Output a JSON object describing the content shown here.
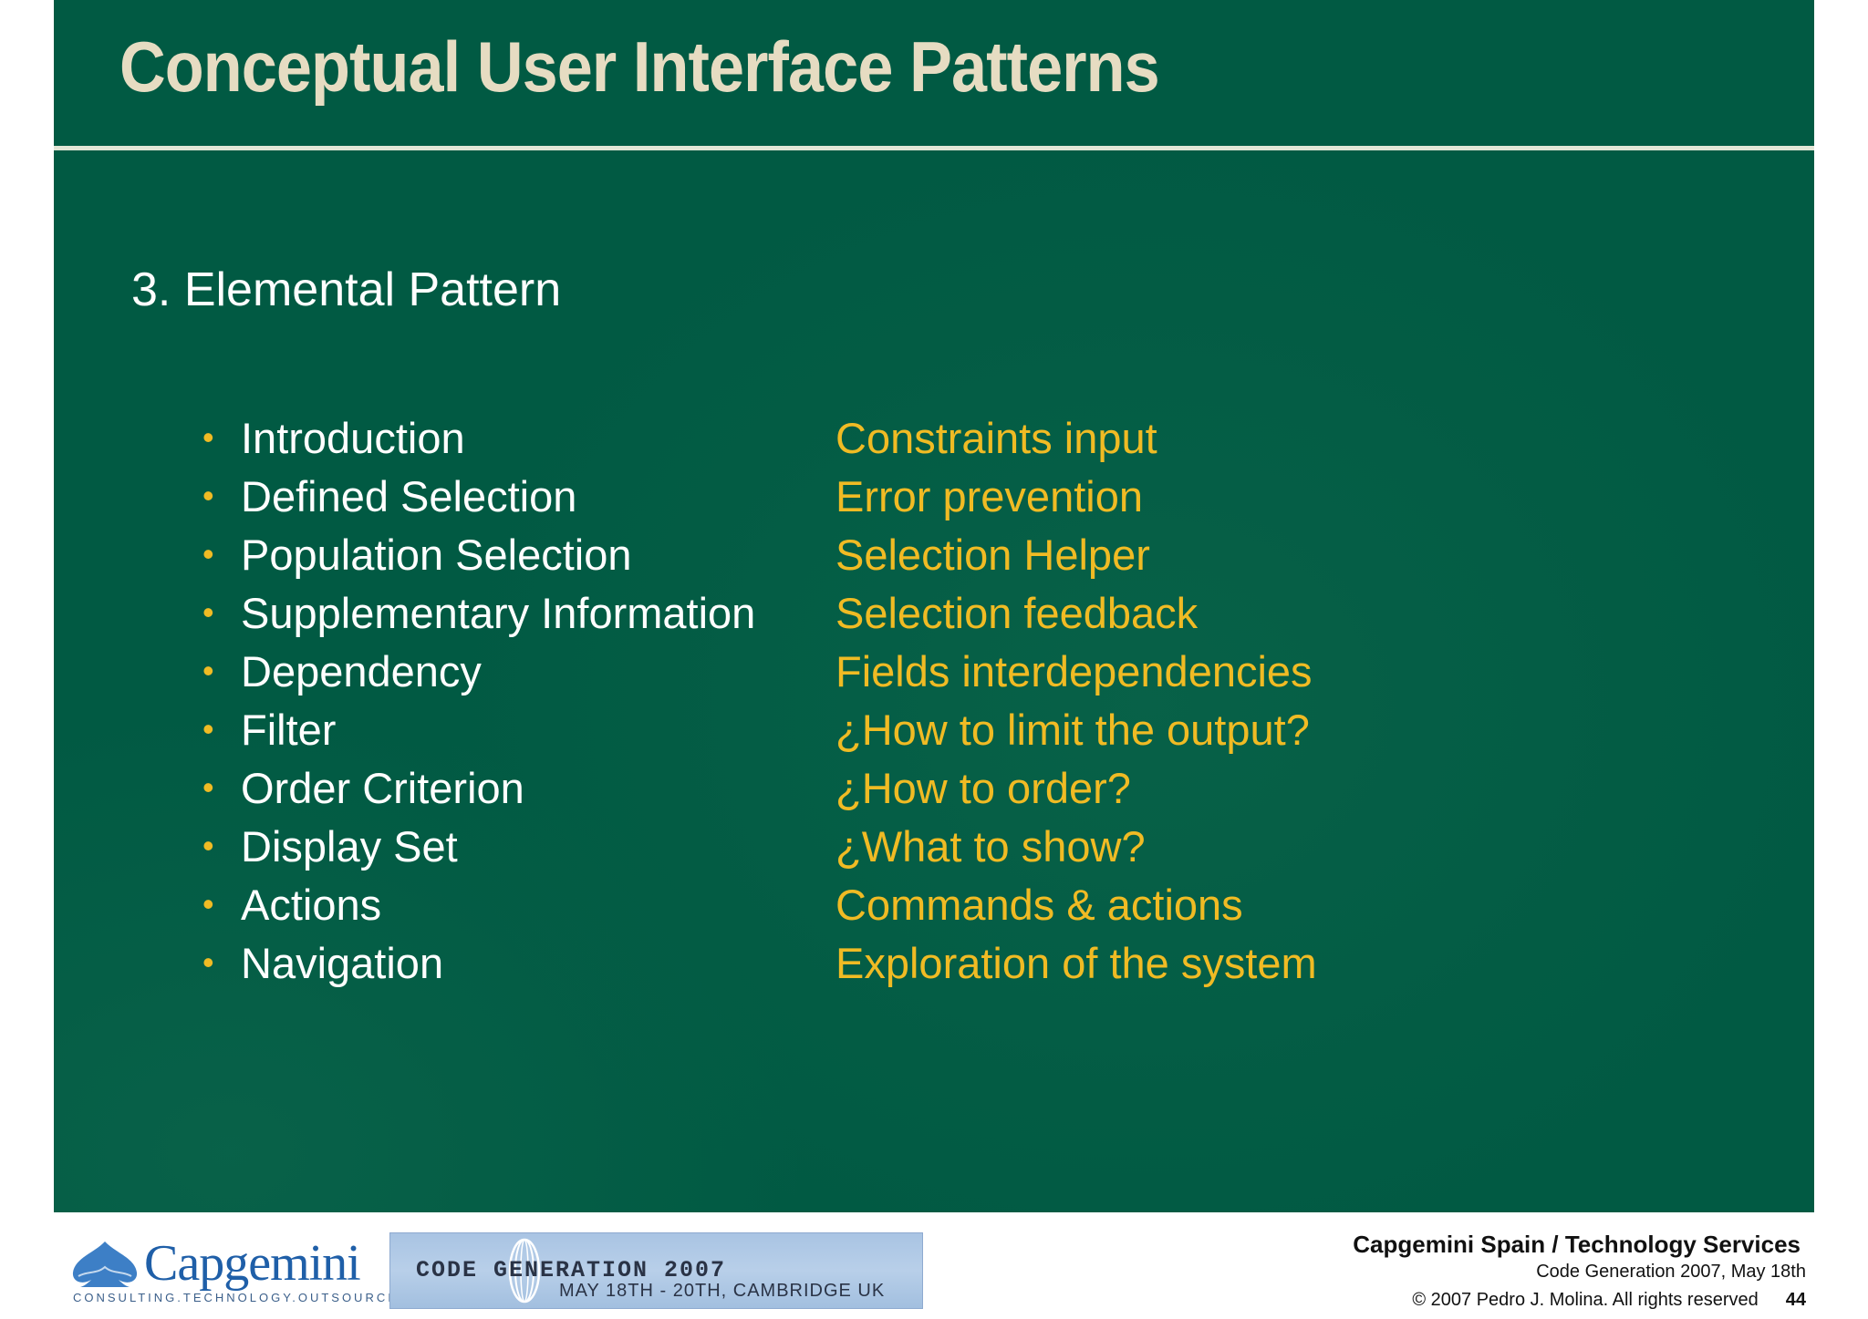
{
  "slide": {
    "title": "Conceptual User Interface Patterns",
    "section_heading": "3. Elemental Pattern",
    "bullet_glyph": "•",
    "items": [
      {
        "label": "Introduction",
        "note": "Constraints input"
      },
      {
        "label": "Defined Selection",
        "note": "Error prevention"
      },
      {
        "label": "Population Selection",
        "note": "Selection Helper"
      },
      {
        "label": "Supplementary Information",
        "note": "Selection feedback"
      },
      {
        "label": "Dependency",
        "note": "Fields interdependencies"
      },
      {
        "label": "Filter",
        "note": "¿How to limit the output?"
      },
      {
        "label": "Order Criterion",
        "note": "¿How to order?"
      },
      {
        "label": "Display Set",
        "note": "¿What to show?"
      },
      {
        "label": "Actions",
        "note": "Commands & actions"
      },
      {
        "label": "Navigation",
        "note": "Exploration of the system"
      }
    ]
  },
  "footer": {
    "logo_name": "Capgemini",
    "logo_tagline": "CONSULTING.TECHNOLOGY.OUTSOURCING",
    "banner_title": "CODE GENERATION 2007",
    "banner_dates": "MAY 18TH - 20TH, CAMBRIDGE UK",
    "company": "Capgemini Spain / Technology Services",
    "event": "Code Generation 2007, May 18th",
    "copyright": "© 2007 Pedro J. Molina. All rights reserved",
    "page_number": "44"
  },
  "colors": {
    "slide_background": "#015a43",
    "title_text": "#e6dcc2",
    "item_text": "#ffffff",
    "note_text": "#f0bb24",
    "logo_blue": "#1f5fa8"
  },
  "icons": [
    "capgemini-spade-icon",
    "code-generation-rings-icon"
  ]
}
